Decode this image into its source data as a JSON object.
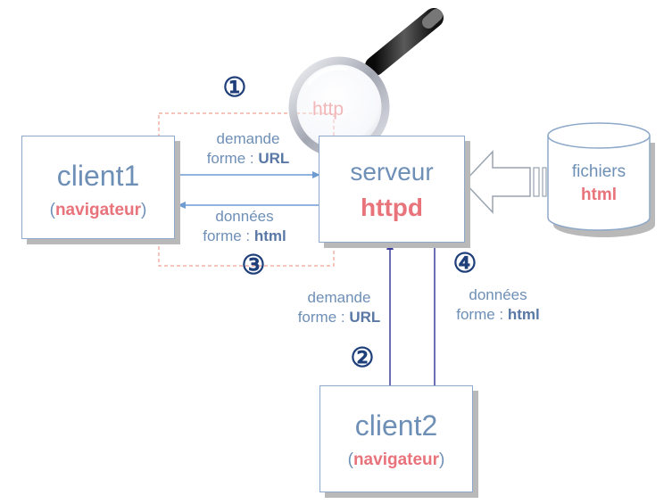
{
  "client1": {
    "name": "client1",
    "open": "(",
    "role": "navigateur",
    "close": ")"
  },
  "server": {
    "name": "serveur",
    "product": "httpd"
  },
  "files": {
    "label": "fichiers",
    "format": "html"
  },
  "client2": {
    "name": "client2",
    "open": "(",
    "role": "navigateur",
    "close": ")"
  },
  "magnifier": {
    "text": "http"
  },
  "flows": {
    "request1": {
      "line1": "demande",
      "line2_prefix": "forme : ",
      "line2_value": "URL"
    },
    "response1": {
      "line1": "données",
      "line2_prefix": "forme : ",
      "line2_value": "html"
    },
    "request2": {
      "line1": "demande",
      "line2_prefix": "forme : ",
      "line2_value": "URL"
    },
    "response2": {
      "line1": "données",
      "line2_prefix": "forme : ",
      "line2_value": "html"
    }
  },
  "steps": [
    "①",
    "②",
    "③",
    "④"
  ],
  "colors": {
    "box_border": "#8da8c8",
    "box_text": "#6e8fb6",
    "accent_red": "#e8737b",
    "number_blue": "#1f3f7a",
    "arrow_light": "#6e9bd0",
    "arrow_dark": "#3a3e9a",
    "dashed_frame": "#f0a090"
  }
}
